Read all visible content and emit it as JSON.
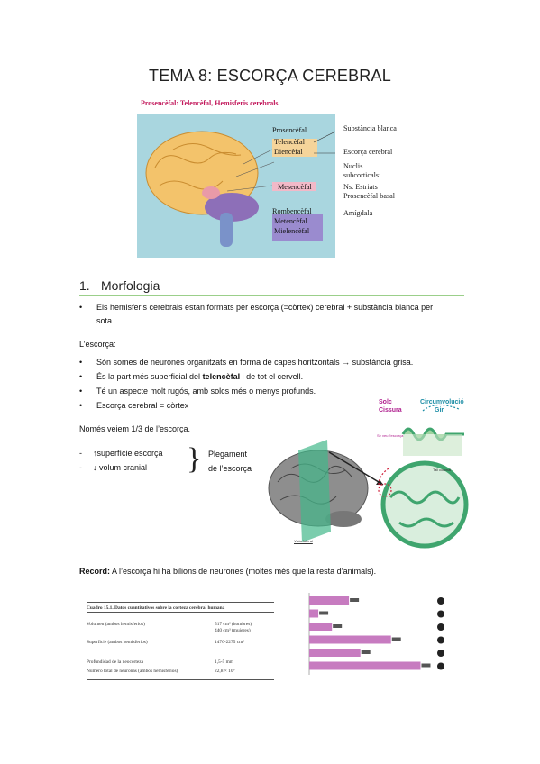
{
  "title": "TEMA 8: ESCORÇA CEREBRAL",
  "figure1": {
    "caption": "Prosencèfal: Telencèfal, Hemisferis cerebrals",
    "inner_labels": [
      "Prosencèfal",
      "Telencèfal",
      "Diencèfal",
      "Mesencèfal",
      "Rombencèfal",
      "Metencèfal",
      "Mielencèfal"
    ],
    "side_labels": [
      "Substància blanca",
      "Escorça cerebral",
      "Nuclis",
      "subcorticals:",
      "Ns. Estriats",
      "Prosencèfal basal",
      "Amígdala"
    ]
  },
  "section1": {
    "number": "1.",
    "heading": "Morfologia"
  },
  "bullet1_text": "Els hemisferis cerebrals estan formats per escorça (=còrtex) cerebral + substància blanca per",
  "bullet1_cont": "sota.",
  "escorca_label": "L’escorça:",
  "bullets": [
    {
      "pre": "Són somes de neurones organitzats en forma de capes horitzontals → substància grisa.",
      "bold": "",
      "post": ""
    },
    {
      "pre": "És la part més superficial del ",
      "bold": "telencèfal",
      "post": " i de tot el cervell."
    },
    {
      "pre": "Té un aspecte molt rugós, amb solcs més o menys profunds.",
      "bold": "",
      "post": ""
    },
    {
      "pre": "Escorça cerebral = còrtex",
      "bold": "",
      "post": ""
    }
  ],
  "nomes": "Només veiem 1/3 de l’escorça.",
  "dash_items": [
    "↑superfície escorça",
    "↓ volum cranial"
  ],
  "plegament": [
    "Plegament",
    "de l’escorça"
  ],
  "fig2": {
    "solc": "Solc",
    "cissura": "Cissura",
    "circ": "Circumvolució",
    "gir": "Gir",
    "vista": "Vista lateral",
    "tall": "Tall coronal",
    "sobre": "Se veu l’escorça"
  },
  "record_label": "Record:",
  "record_text": " A l’escorça hi ha bilions de neurones (moltes més que la resta d’animals).",
  "table": {
    "title": "Cuadro 15.1. Datos cuantitativos sobre la corteza cerebral humana",
    "rows": [
      {
        "k": "Volumen (ambos hemisferios)",
        "v": "517 cm³ (hombres)",
        "v2": "440 cm³ (mujeres)"
      },
      {
        "k": "Superficie (ambos hemisferios)",
        "v": "1470-2275 cm²",
        "v2": ""
      },
      {
        "k": "Profundidad de la neocorteza",
        "v": "1,5-5 mm",
        "v2": ""
      },
      {
        "k": "Número total de neuronas (ambos hemisferios)",
        "v": "22,8 × 10⁹",
        "v2": ""
      }
    ]
  },
  "chart_data": {
    "type": "bar",
    "orientation": "horizontal",
    "values": [
      0.35,
      0.08,
      0.2,
      0.72,
      0.45,
      0.98
    ]
  },
  "colors": {
    "bar": "#c77bc0",
    "accent": "#9bcf8a",
    "panel": "#a9d6df",
    "magenta": "#c2185b"
  }
}
